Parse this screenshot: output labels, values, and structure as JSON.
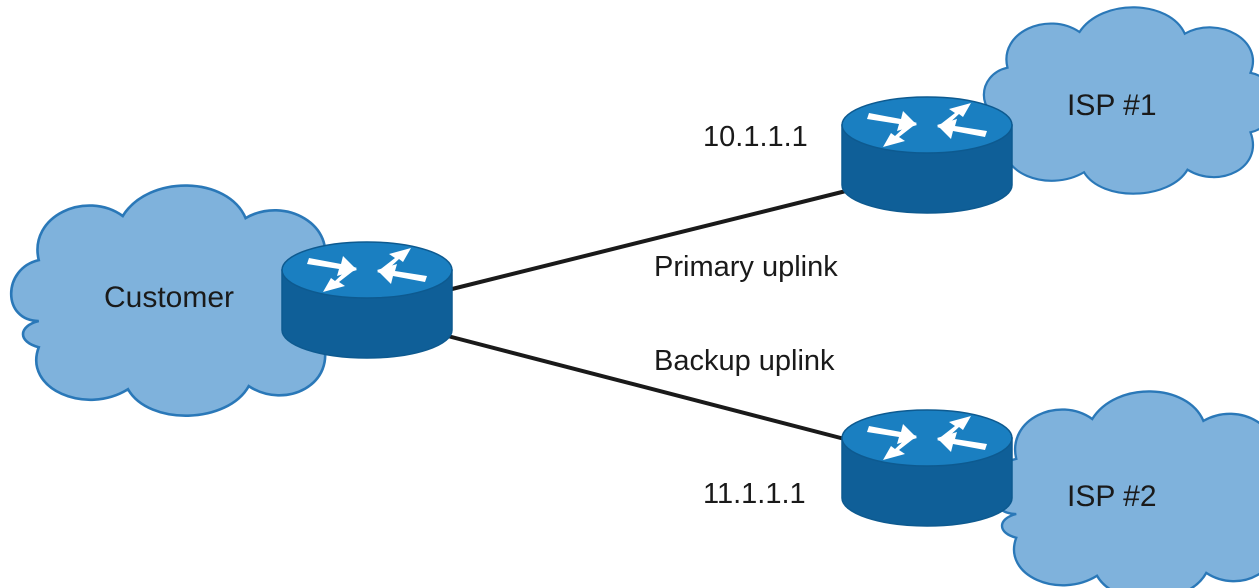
{
  "nodes": {
    "customer": {
      "cloud_label": "Customer"
    },
    "isp1": {
      "cloud_label": "ISP #1",
      "router_ip": "10.1.1.1"
    },
    "isp2": {
      "cloud_label": "ISP #2",
      "router_ip": "11.1.1.1"
    }
  },
  "links": {
    "primary": {
      "label": "Primary uplink"
    },
    "backup": {
      "label": "Backup uplink"
    }
  },
  "colors": {
    "cloud_fill": "#7fb2dc",
    "cloud_stroke": "#2a78b8",
    "router_top": "#1a7fc1",
    "router_side": "#0f5f98",
    "link": "#1a1a1a"
  }
}
